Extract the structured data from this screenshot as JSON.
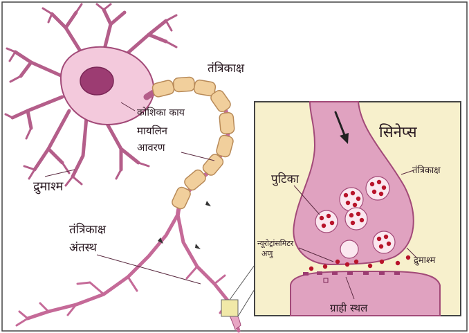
{
  "labels": {
    "dendrite_left": "द्रुमाश्म",
    "axon_top": "तंत्रिकाक्ष",
    "cell_body": "कोशिका काय",
    "myelin_line1": "मायलिन",
    "myelin_line2": "आवरण",
    "axon_terminal_line1": "तंत्रिकाक्ष",
    "axon_terminal_line2": "अंतस्थ",
    "synapse_title": "सिनेप्स",
    "vesicle": "पुटिका",
    "axon_inset": "तंत्रिकाक्ष",
    "dendrite_inset": "द्रुमाश्म",
    "neurotransmitter_line1": "न्यूरोट्रांसमिटर",
    "neurotransmitter_line2": "अणु",
    "receptor_site": "ग्राही स्थल"
  },
  "colors": {
    "neuron_fill": "#e8a6c4",
    "neuron_stroke": "#a24a78",
    "cell_body_fill": "#f3c9dc",
    "nucleus_fill": "#9c3c72",
    "myelin_fill": "#f1cf9c",
    "myelin_stroke": "#b88a58",
    "inset_bg": "#f7f0cc",
    "vesicle_fill": "#fbe7ef",
    "neurotransmitter": "#b8142a",
    "label_text": "#2a1a22"
  }
}
